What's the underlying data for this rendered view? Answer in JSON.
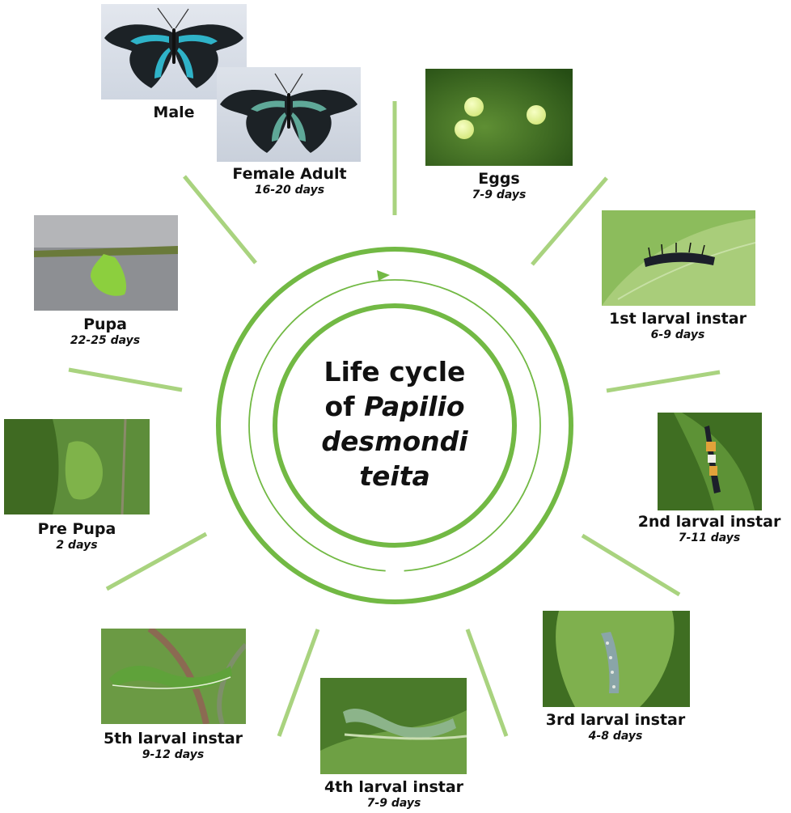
{
  "title": {
    "line1": "Life cycle",
    "line2_prefix": "of ",
    "line2_italic": "Papilio",
    "line3": "desmondi",
    "line4": "teita"
  },
  "colors": {
    "accent": "#72b944",
    "spoke": "#a9d37f",
    "leaf_dark": "#3f6e22",
    "leaf_light": "#8cbc5c",
    "wing_black": "#1c2226",
    "wing_blue": "#2fb3c8",
    "wing_teal": "#5fa898"
  },
  "stages": [
    {
      "id": "male",
      "name": "Male",
      "duration": "",
      "photo": "male-butterfly-photo"
    },
    {
      "id": "female",
      "name": "Female Adult",
      "duration": "16-20 days",
      "photo": "female-butterfly-photo"
    },
    {
      "id": "eggs",
      "name": "Eggs",
      "duration": "7-9 days",
      "photo": "eggs-photo"
    },
    {
      "id": "instar1",
      "name": "1st larval instar",
      "duration": "6-9 days",
      "photo": "first-instar-caterpillar-photo"
    },
    {
      "id": "instar2",
      "name": "2nd larval instar",
      "duration": "7-11 days",
      "photo": "second-instar-caterpillar-photo"
    },
    {
      "id": "instar3",
      "name": "3rd larval instar",
      "duration": "4-8 days",
      "photo": "third-instar-caterpillar-photo"
    },
    {
      "id": "instar4",
      "name": "4th larval instar",
      "duration": "7-9 days",
      "photo": "fourth-instar-caterpillar-photo"
    },
    {
      "id": "instar5",
      "name": "5th larval instar",
      "duration": "9-12 days",
      "photo": "fifth-instar-caterpillar-photo"
    },
    {
      "id": "prepupa",
      "name": "Pre Pupa",
      "duration": "2 days",
      "photo": "pre-pupa-photo"
    },
    {
      "id": "pupa",
      "name": "Pupa",
      "duration": "22-25 days",
      "photo": "pupa-photo"
    }
  ]
}
